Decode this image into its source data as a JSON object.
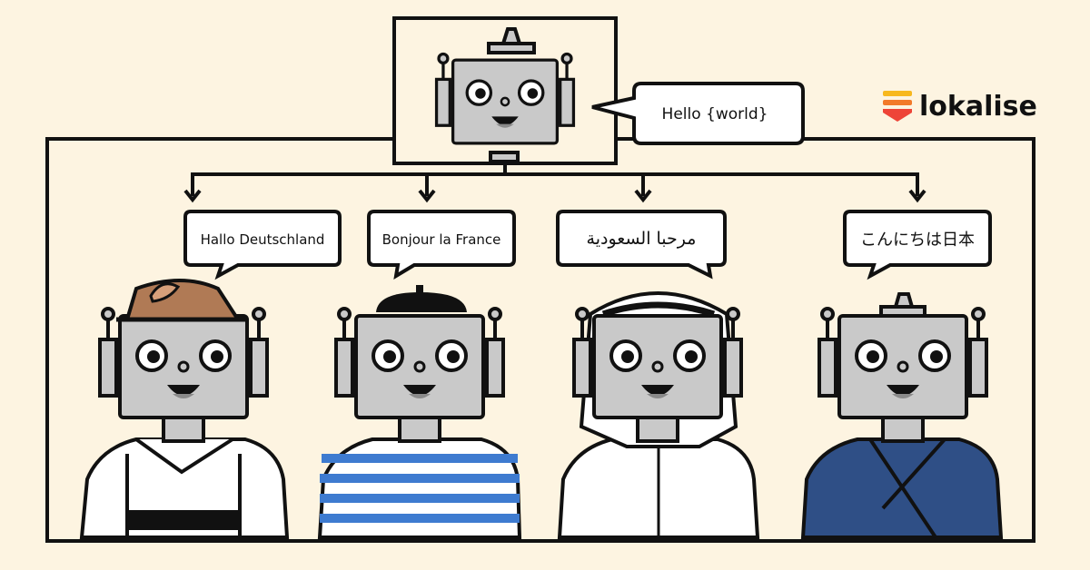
{
  "brand": {
    "name": "lokalise",
    "colors": {
      "yellow": "#f7b81e",
      "orange": "#f27a2a",
      "red": "#ee4438"
    }
  },
  "source": {
    "text": "Hello {world}"
  },
  "targets": [
    {
      "text": "Hallo Deutschland"
    },
    {
      "text": "Bonjour la France"
    },
    {
      "text": "مرحبا السعودية"
    },
    {
      "text": "こんにちは日本"
    }
  ],
  "palette": {
    "background": "#fdf4e1",
    "robot_gray": "#c9c9c9",
    "stripe_blue": "#3e7bd0",
    "kimono_blue": "#2f4f86",
    "hat_brown": "#b07a55"
  }
}
